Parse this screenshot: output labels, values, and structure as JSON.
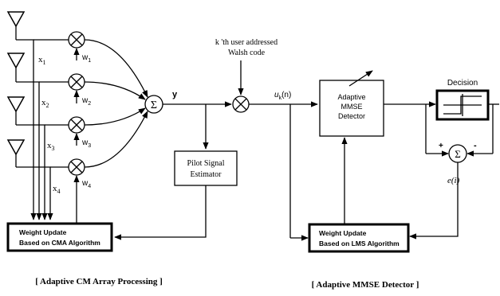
{
  "antenna_signals": [
    "x",
    "x",
    "x",
    "x"
  ],
  "antenna_signal_subscripts": [
    "1",
    "2",
    "3",
    "4"
  ],
  "weights": [
    "w",
    "w",
    "w",
    "w"
  ],
  "weight_subscripts": [
    "1",
    "2",
    "3",
    "4"
  ],
  "summer_symbol": "Σ",
  "array_output_label": "y",
  "walsh_code_label_line1": "k 'th user addressed",
  "walsh_code_label_line2": "Walsh code",
  "despread_output_main": "u",
  "despread_output_sub": "k",
  "despread_output_arg": "(n)",
  "pilot_estimator_line1": "Pilot Signal",
  "pilot_estimator_line2": "Estimator",
  "cma_update_line1": "Weight Update",
  "cma_update_line2": "Based on CMA Algorithm",
  "mmse_detector_line1": "Adaptive",
  "mmse_detector_line2": "MMSE",
  "mmse_detector_line3": "Detector",
  "decision_label": "Decision",
  "plus_sign": "+",
  "minus_sign": "-",
  "error_main": "e",
  "error_arg": "(i)",
  "lms_update_line1": "Weight Update",
  "lms_update_line2": "Based on LMS Algorithm",
  "caption_left": "[ Adaptive CM Array Processing ]",
  "caption_right": "[ Adaptive MMSE Detector ]"
}
